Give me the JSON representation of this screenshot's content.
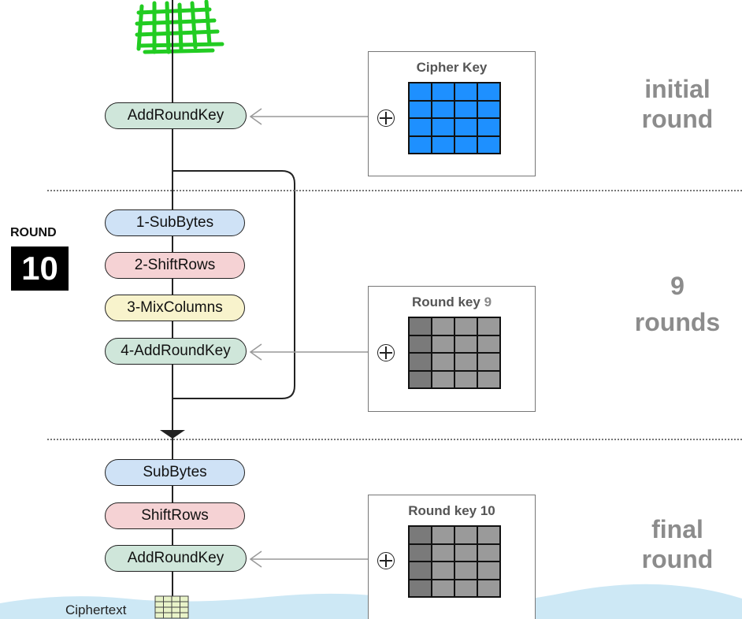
{
  "initial": {
    "add_round_key": "AddRoundKey",
    "key_title": "Cipher Key",
    "label_line1": "initial",
    "label_line2": "round"
  },
  "round_badge": {
    "label": "ROUND",
    "number": "10"
  },
  "middle": {
    "sub_bytes": "1-SubBytes",
    "shift_rows": "2-ShiftRows",
    "mix_columns": "3-MixColumns",
    "add_round_key": "4-AddRoundKey",
    "key_title": "Round key",
    "key_number": "9",
    "label_line1": "9",
    "label_line2": "rounds"
  },
  "final": {
    "sub_bytes": "SubBytes",
    "shift_rows": "ShiftRows",
    "add_round_key": "AddRoundKey",
    "key_title": "Round key 10",
    "label_line1": "final",
    "label_line2": "round"
  },
  "ciphertext_label": "Ciphertext",
  "colors": {
    "cipher_key_cell": "#1e90ff",
    "round_key_cell": "#9a9a9a",
    "round_key_cell_dark": "#7a7a7a",
    "scribble": "#22cc22",
    "water": "#cde8f5",
    "label_gray": "#8c8c8c"
  }
}
